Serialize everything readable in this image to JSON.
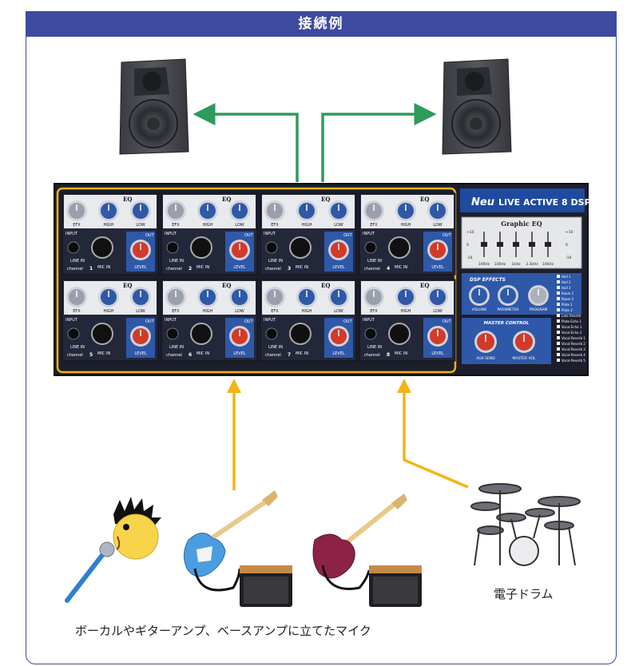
{
  "header": {
    "title": "接続例"
  },
  "mixer": {
    "brand": "Neu",
    "model": "LIVE ACTIVE 8 DSP",
    "eq_panel_title": "Graphic EQ",
    "eq_db": [
      "+10",
      "0",
      "-10"
    ],
    "eq_freqs": [
      "100Hz",
      "330Hz",
      "1kHz",
      "3.3kHz",
      "10kHz"
    ],
    "dsp_title": "DSP EFFECTS",
    "dsp_knobs": [
      "VOLUME",
      "PARAMETER",
      "PROGRAM"
    ],
    "master_title": "MASTER CONTROL",
    "master_knobs": [
      "AUX SEND",
      "MASTER VOL"
    ],
    "channel_knobs": [
      "EFX",
      "HIGH",
      "LOW"
    ],
    "channel_eq": "EQ",
    "input_label": "INPUT",
    "line_in": "LINE IN",
    "mic_in": "MIC IN",
    "out_label": "OUT",
    "level_label": "LEVEL",
    "channel_word": "channel",
    "channels": [
      "1",
      "2",
      "3",
      "4",
      "5",
      "6",
      "7",
      "8"
    ],
    "programs": [
      "Hall 1",
      "Hall 2",
      "Hall 3",
      "Room 1",
      "Room 2",
      "Plate 1",
      "Plate 2",
      "Late Reverb",
      "Plate Echo 1",
      "Vocal Echo 1",
      "Vocal Echo 2",
      "Vocal Reverb 1",
      "Vocal Reverb 2",
      "Vocal Reverb 3",
      "Vocal Reverb 4",
      "Vocal Reverb 5"
    ]
  },
  "captions": {
    "left": "ボーカルやギターアンプ、ベースアンプに立てたマイク",
    "right": "電子ドラム"
  },
  "colors": {
    "header": "#3d4aa0",
    "green_arrow": "#2e9a5c",
    "yellow_arrow": "#f3b416",
    "mixer_body": "#1c1f2b",
    "mixer_blue": "#2f58a8"
  }
}
